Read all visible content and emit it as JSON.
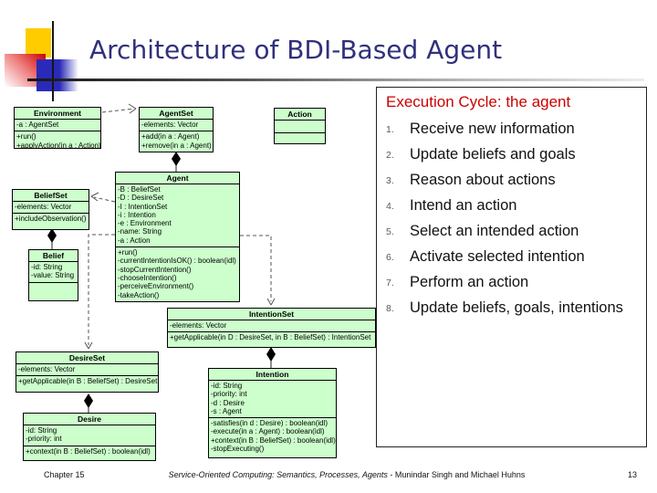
{
  "slide": {
    "title": "Architecture of BDI-Based Agent",
    "title_color": "#30307c"
  },
  "execution_panel": {
    "heading": "Execution Cycle: the agent",
    "heading_color": "#cc0000",
    "items": [
      {
        "num": "1.",
        "text": "Receive new information"
      },
      {
        "num": "2.",
        "text": "Update beliefs and goals"
      },
      {
        "num": "3.",
        "text": "Reason about actions"
      },
      {
        "num": "4.",
        "text": "Intend an action"
      },
      {
        "num": "5.",
        "text": "Select an intended action"
      },
      {
        "num": "6.",
        "text": "Activate selected intention"
      },
      {
        "num": "7.",
        "text": "Perform an action"
      },
      {
        "num": "8.",
        "text": "Update beliefs, goals, intentions"
      }
    ]
  },
  "diagram": {
    "box_fill": "#ccffcc",
    "classes": [
      {
        "name": "Environment",
        "attributes": [
          "-a : AgentSet"
        ],
        "methods": [
          "+run()",
          "+applyAction(in a : Action)"
        ]
      },
      {
        "name": "AgentSet",
        "attributes": [
          "-elements: Vector"
        ],
        "methods": [
          "+add(in a : Agent)",
          "+remove(in a : Agent)"
        ]
      },
      {
        "name": "Action",
        "attributes": [],
        "methods": []
      },
      {
        "name": "Agent",
        "attributes": [
          "-B : BeliefSet",
          "-D : DesireSet",
          "-I : IntentionSet",
          "-i : Intention",
          "-e : Environment",
          "-name: String",
          "-a : Action"
        ],
        "methods": [
          "+run()",
          "-currentIntentionIsOK() : boolean(idl)",
          "-stopCurrentIntention()",
          "-chooseIntention()",
          "-perceiveEnvironment()",
          "-takeAction()"
        ]
      },
      {
        "name": "BeliefSet",
        "attributes": [
          "-elements: Vector"
        ],
        "methods": [
          "+includeObservation()"
        ]
      },
      {
        "name": "Belief",
        "attributes": [
          "-id: String",
          "-value: String"
        ],
        "methods": []
      },
      {
        "name": "IntentionSet",
        "attributes": [
          "-elements: Vector"
        ],
        "methods": [
          "+getApplicable(in D : DesireSet, in B : BeliefSet) : IntentionSet"
        ]
      },
      {
        "name": "DesireSet",
        "attributes": [
          "-elements: Vector"
        ],
        "methods": [
          "+getApplicable(in B : BeliefSet) : DesireSet"
        ]
      },
      {
        "name": "Desire",
        "attributes": [
          "-id: String",
          "-priority: int"
        ],
        "methods": [
          "+context(in B : BeliefSet) : boolean(idl)"
        ]
      },
      {
        "name": "Intention",
        "attributes": [
          "-id: String",
          "-priority: int",
          "-d : Desire",
          "-s : Agent"
        ],
        "methods": [
          "-satisfies(in d : Desire) : boolean(idl)",
          "-execute(in a : Agent) : boolean(idl)",
          "+context(in B : BeliefSet) : boolean(idl)",
          "-stopExecuting()"
        ]
      }
    ]
  },
  "footer": {
    "left": "Chapter 15",
    "center_italic": "Service-Oriented Computing: Semantics, Processes, Agents",
    "center_rest": " - Munindar Singh and Michael Huhns",
    "page": "13"
  }
}
